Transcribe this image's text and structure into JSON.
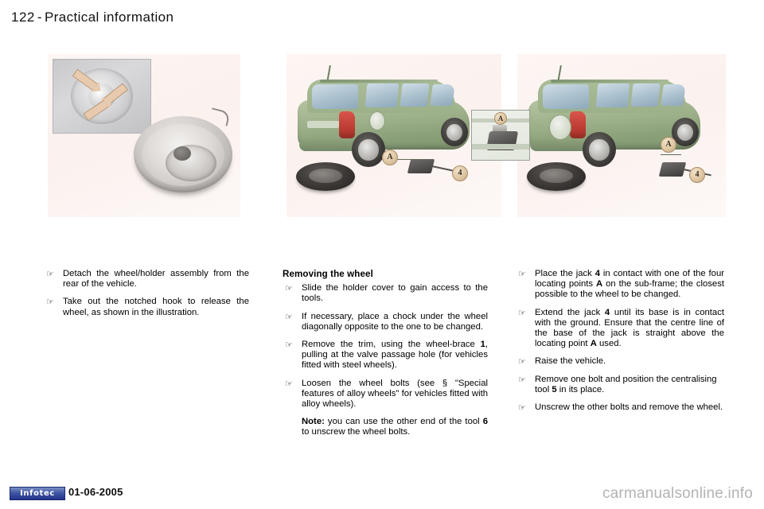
{
  "header": {
    "page_number": "122",
    "separator": "-",
    "section_title": "Practical information"
  },
  "figures": {
    "wheel_holder": {
      "caption_alt": "Spare wheel holder assembly and notched hook"
    },
    "vehicle_left": {
      "caption_alt": "Estate vehicle rear view with spare wheel and jack",
      "callout_a": "A",
      "callout_4": "4"
    },
    "vehicle_right": {
      "caption_alt": "Estate vehicle with jack positioned at locating point",
      "callout_a": "A",
      "callout_4": "4"
    },
    "jack_inset": {
      "caption_alt": "Close up of jack at sub-frame locating point",
      "callout_a": "A"
    }
  },
  "bullet_glyph": "☞",
  "columns": {
    "left": {
      "items": [
        "Detach the wheel/holder assembly from the rear of the vehicle.",
        "Take out the notched hook to release the wheel, as shown in the illustration."
      ]
    },
    "middle": {
      "heading": "Removing the wheel",
      "items": [
        "Slide the holder cover to gain access to the tools.",
        "If necessary, place a chock under the wheel diagonally opposite to the one to be changed."
      ],
      "item_trim": {
        "prefix": "Remove the trim, using the wheel-brace ",
        "bold": "1",
        "suffix": ", pulling at the valve passage hole (for vehicles fitted with steel wheels)."
      },
      "item_loosen": "Loosen the wheel bolts (see § \"Special features of alloy wheels\" for vehicles fitted with alloy wheels).",
      "note": {
        "label": "Note:",
        "prefix": " you can use the other end of the tool ",
        "bold": "6",
        "suffix": " to unscrew the wheel bolts."
      }
    },
    "right": {
      "item_place_jack": {
        "p1": "Place the jack ",
        "b1": "4",
        "p2": " in contact with one of the four locating points ",
        "b2": "A",
        "p3": " on the sub-frame; the closest possible to the wheel to be changed."
      },
      "item_extend_jack": {
        "p1": "Extend the jack ",
        "b1": "4",
        "p2": " until its base is in contact with the ground. Ensure that the centre line of the base of the jack is straight above the locating point ",
        "b2": "A",
        "p3": " used."
      },
      "item_raise": "Raise the vehicle.",
      "item_remove_bolt": {
        "p1": "Remove one bolt and position the centralising tool ",
        "b1": "5",
        "p2": " in its place."
      },
      "item_unscrew": "Unscrew the other bolts and remove the wheel."
    }
  },
  "footer": {
    "logo_text": "Infotec",
    "date": "01-06-2005",
    "watermark": "carmanualsonline.info"
  },
  "colors": {
    "page_background": "#ffffff",
    "figure_background": "#fdf6f3",
    "text": "#000000",
    "logo_blue": "#3f56a4",
    "watermark_grey": "#b3b3b3",
    "vehicle_green": "#9fb28c",
    "callout_tan": "#dcc49f"
  }
}
